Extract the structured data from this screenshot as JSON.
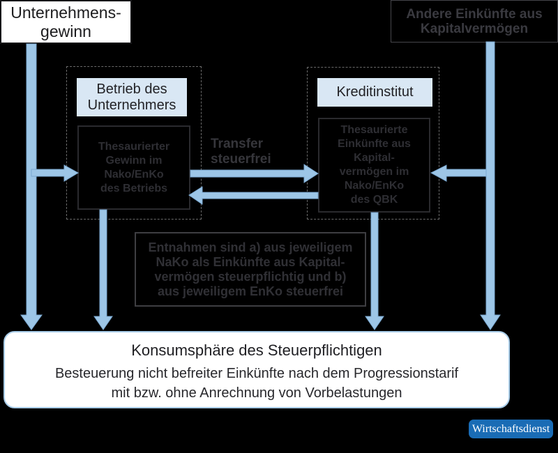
{
  "colors": {
    "background": "#000000",
    "arrow_blue": "#9dc6e7",
    "label_blue": "#d9e7f4",
    "bottom_border_blue": "#a9cde9",
    "badge_blue": "#1a6cb5",
    "ghost_text": "#2e2e33"
  },
  "top_left_box": {
    "label": "Unternehmens-\ngewinn"
  },
  "top_right_box": {
    "label": "Andere Einkünfte aus\nKapitalvermögen"
  },
  "left_group": {
    "header": "Betrieb des\nUnternehmers",
    "inner": "Thesaurierter\nGewinn im\nNako/EnKo\ndes Betriebs"
  },
  "right_group": {
    "header": "Kreditinstitut",
    "inner": "Thesaurierte\nEinkünfte aus\nKapital-\nvermögen im\nNako/EnKo\ndes QBK"
  },
  "transfer_label": "Transfer\nsteuerfrei",
  "entnahmen_note": "Entnahmen sind a) aus jeweiligem\nNaKo als Einkünfte aus Kapital-\nvermögen steuerpflichtig und b)\naus jeweiligem EnKo steuerfrei",
  "bottom_box": {
    "title": "Konsumsphäre des Steuerpflichtigen",
    "subtitle": "Besteuerung nicht befreiter Einkünfte nach dem Progressionstarif\nmit bzw. ohne Anrechnung von Vorbelastungen"
  },
  "badge": {
    "label": "Wirtschaftsdienst"
  }
}
